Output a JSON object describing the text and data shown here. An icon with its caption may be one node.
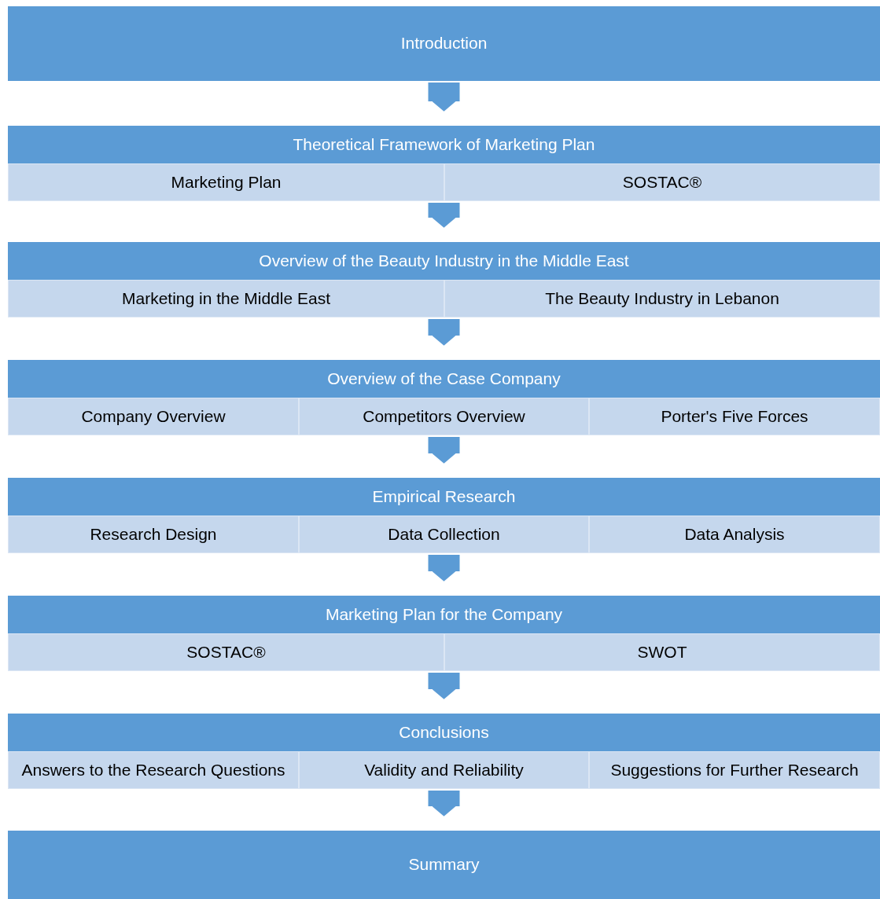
{
  "diagram": {
    "nodes": [
      {
        "text": [
          "Introduction"
        ]
      },
      {
        "text": [
          "Theoretical Framework of Marketing Plan"
        ]
      },
      {
        "text": [
          "Marketing Plan"
        ],
        "in": 1
      },
      {
        "text": [
          "SOSTAC®"
        ],
        "in": 1
      },
      {
        "text": [
          "Overview of the Beauty Industry in the Middle East"
        ]
      },
      {
        "text": [
          "Marketing in the Middle East"
        ],
        "in": 4
      },
      {
        "text": [
          "The Beauty Industry in Lebanon"
        ],
        "in": 4
      },
      {
        "text": [
          "Overview of the Case Company"
        ]
      },
      {
        "text": [
          "Company Overview"
        ],
        "in": 7
      },
      {
        "text": [
          "Competitors Overview"
        ],
        "in": 7
      },
      {
        "text": [
          "Porter's Five Forces"
        ],
        "in": 7
      },
      {
        "text": [
          "Empirical Research"
        ]
      },
      {
        "text": [
          "Research Design"
        ],
        "in": 11
      },
      {
        "text": [
          "Data Collection"
        ],
        "in": 11
      },
      {
        "text": [
          "Data Analysis"
        ],
        "in": 11
      },
      {
        "text": [
          "Marketing Plan for the Company"
        ]
      },
      {
        "text": [
          "SOSTAC®"
        ],
        "in": 15
      },
      {
        "text": [
          "SWOT"
        ],
        "in": 15
      },
      {
        "text": [
          "Conclusions"
        ]
      },
      {
        "text": [
          "Answers to  the Research Questions"
        ],
        "in": 18
      },
      {
        "text": [
          "Validity and Reliability"
        ],
        "in": 18
      },
      {
        "text": [
          "Suggestions for Further Research"
        ],
        "in": 18
      },
      {
        "text": [
          "Summary"
        ]
      }
    ],
    "edges": [
      {
        "from": 0,
        "to": 1,
        "arrow": "to"
      },
      {
        "from": 1,
        "to": 4,
        "arrow": "to"
      },
      {
        "from": 4,
        "to": 7,
        "arrow": "to"
      },
      {
        "from": 7,
        "to": 11,
        "arrow": "to"
      },
      {
        "from": 11,
        "to": 15,
        "arrow": "to"
      },
      {
        "from": 15,
        "to": 18,
        "arrow": "to"
      },
      {
        "from": 18,
        "to": 22,
        "arrow": "to"
      }
    ]
  }
}
